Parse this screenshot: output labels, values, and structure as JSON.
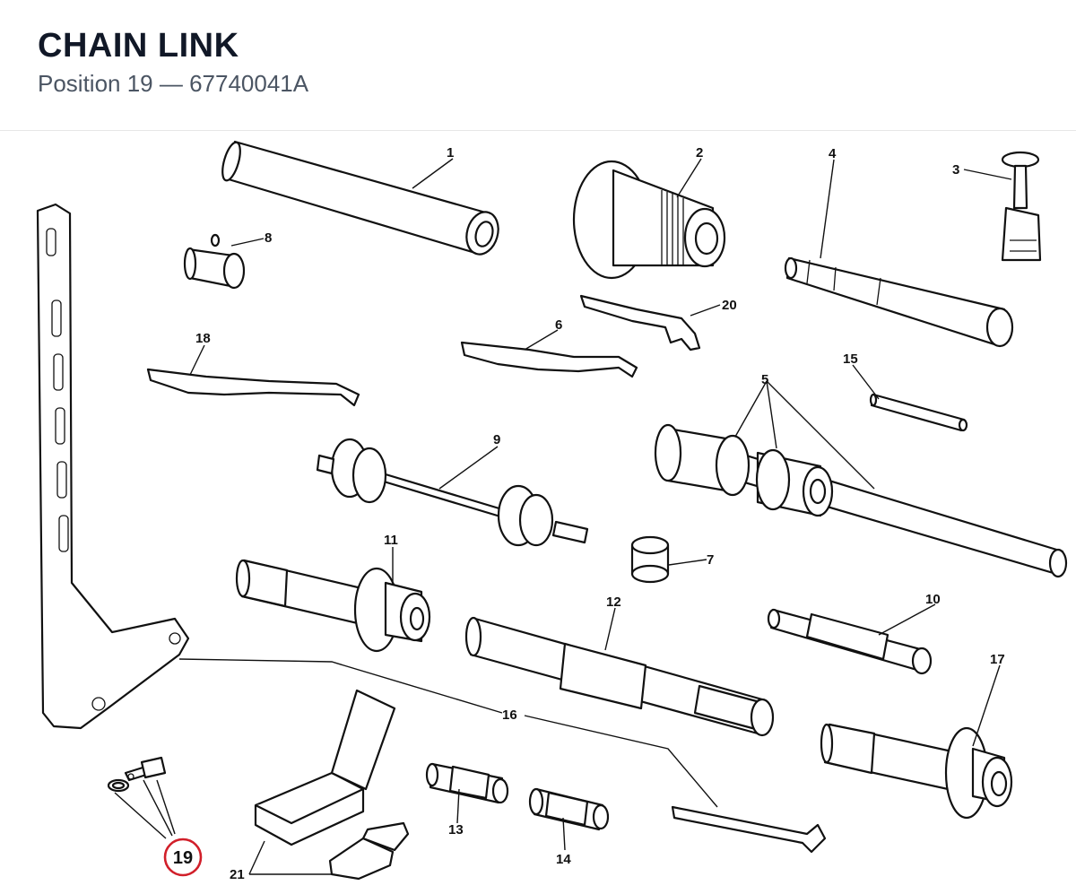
{
  "header": {
    "title": "CHAIN LINK",
    "subtitle": "Position 19 — 67740041A"
  },
  "highlight": {
    "position": "19",
    "ring_color": "#d11f2a"
  },
  "callouts": [
    {
      "id": "1",
      "label": "1"
    },
    {
      "id": "2",
      "label": "2"
    },
    {
      "id": "3",
      "label": "3"
    },
    {
      "id": "4",
      "label": "4"
    },
    {
      "id": "5",
      "label": "5"
    },
    {
      "id": "6",
      "label": "6"
    },
    {
      "id": "7",
      "label": "7"
    },
    {
      "id": "8",
      "label": "8"
    },
    {
      "id": "9",
      "label": "9"
    },
    {
      "id": "10",
      "label": "10"
    },
    {
      "id": "11",
      "label": "11"
    },
    {
      "id": "12",
      "label": "12"
    },
    {
      "id": "13",
      "label": "13"
    },
    {
      "id": "14",
      "label": "14"
    },
    {
      "id": "15",
      "label": "15"
    },
    {
      "id": "16",
      "label": "16"
    },
    {
      "id": "17",
      "label": "17"
    },
    {
      "id": "18",
      "label": "18"
    },
    {
      "id": "19",
      "label": "19"
    },
    {
      "id": "20",
      "label": "20"
    },
    {
      "id": "21",
      "label": "21"
    }
  ]
}
